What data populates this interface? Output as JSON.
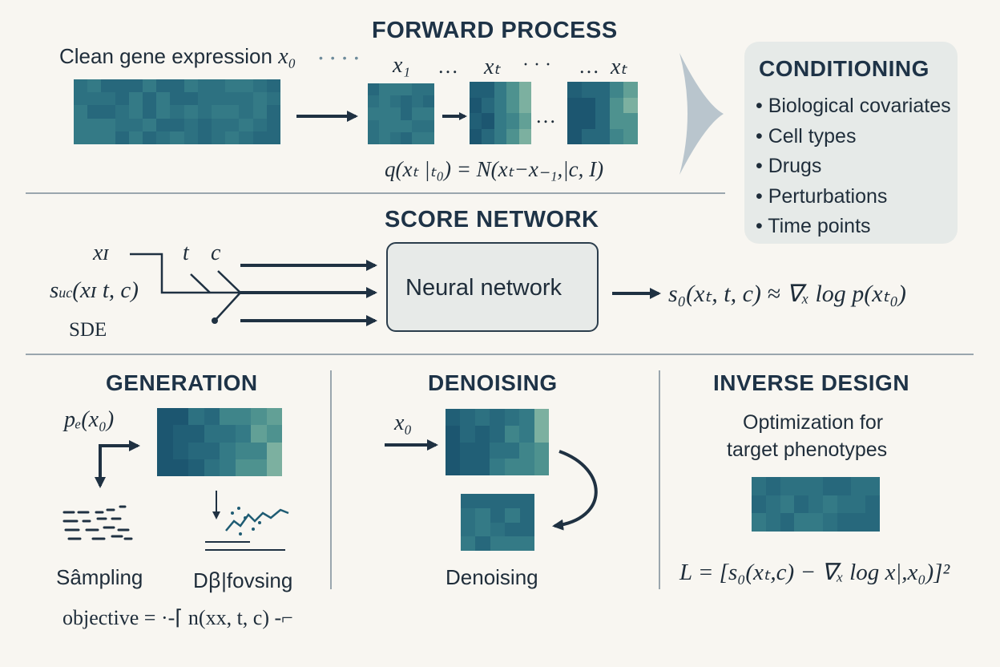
{
  "forward": {
    "title": "FORWARD PROCESS",
    "clean_label": "Clean gene expression",
    "clean_var": "x₀",
    "dots": "• • • •",
    "x1": "x₁",
    "ell1": "…",
    "xt_mid": "xₜ",
    "ell2": "· · ·",
    "ell3": "…",
    "xt_end": "xₜ",
    "between_dots": "…",
    "equation": "q(xₜ |ₜ₀) = N(xₜ−x₋₁,|c, I)"
  },
  "conditioning": {
    "title": "CONDITIONING",
    "items": [
      "Biological covariates",
      "Cell types",
      "Drugs",
      "Perturbations",
      "Time points"
    ]
  },
  "score": {
    "title": "SCORE NETWORK",
    "input_x": "xɪ",
    "input_t": "t",
    "input_c": "c",
    "s_label": "s",
    "s_sub": "uc",
    "s_args": "(xɪ t, c)",
    "sde": "SDE",
    "network_label": "Neural network",
    "output_eq": "s₀(xₜ, t, c) ≈ ∇ₓ log p(xₜ₀)"
  },
  "generation": {
    "title": "GENERATION",
    "prior": "pₑ(x₀)",
    "sampling_label": "Sâmpling",
    "diffusing_label": "Dꞵ|fovsing",
    "objective": "objective = ·-⌈ n(xx, t, c) -⌐"
  },
  "denoising": {
    "title": "DENOISING",
    "input": "x₀",
    "caption": "Denoising"
  },
  "inverse": {
    "title": "INVERSE DESIGN",
    "subtitle_line1": "Optimization for",
    "subtitle_line2": "target phenotypes",
    "loss": "L = [s₀(xₜ,c) − ∇ₓ log x|,x₀)]²"
  },
  "colors": {
    "background": "#f8f6f1",
    "ink": "#1f2d3a",
    "teal_dark": "#1f5c73",
    "teal_mid": "#2e7f86",
    "teal_light": "#8cbfae",
    "panel": "#e6eae8",
    "divider": "#9aa6ae"
  }
}
